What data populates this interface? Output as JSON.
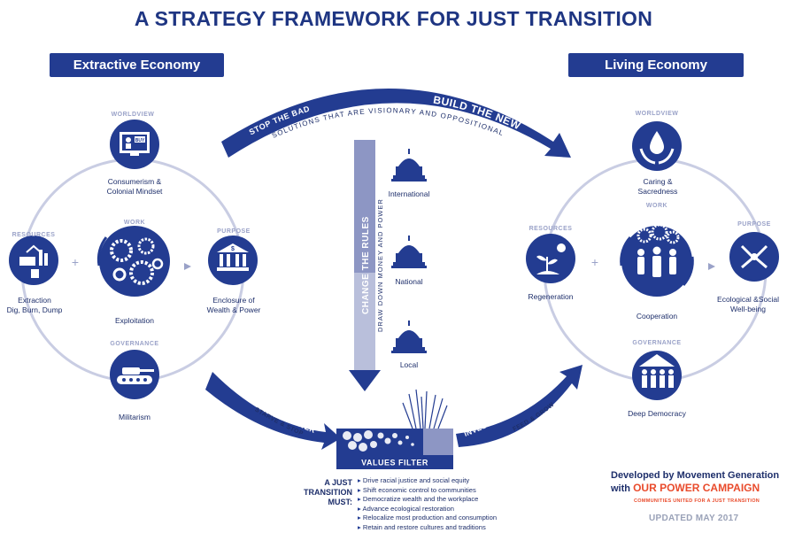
{
  "title": "A STRATEGY FRAMEWORK FOR JUST TRANSITION",
  "extractive": {
    "banner": "Extractive Economy",
    "worldview_tag": "WORLDVIEW",
    "worldview_l1": "Consumerism &",
    "worldview_l2": "Colonial Mindset",
    "buy_text": "BUY",
    "resources_tag": "RESOURCES",
    "resources_l1": "Extraction",
    "resources_l2": "Dig, Burn, Dump",
    "work_tag": "WORK",
    "work_label": "Exploitation",
    "purpose_tag": "PURPOSE",
    "purpose_l1": "Enclosure of",
    "purpose_l2": "Wealth & Power",
    "governance_tag": "GOVERNANCE",
    "governance_label": "Militarism"
  },
  "living": {
    "banner": "Living Economy",
    "worldview_tag": "WORLDVIEW",
    "worldview_l1": "Caring &",
    "worldview_l2": "Sacredness",
    "resources_tag": "RESOURCES",
    "resources_label": "Regeneration",
    "work_tag": "WORK",
    "work_label": "Cooperation",
    "purpose_tag": "PURPOSE",
    "purpose_l1": "Ecological &Social",
    "purpose_l2": "Well-being",
    "governance_tag": "GOVERNANCE",
    "governance_label": "Deep Democracy"
  },
  "arrows": {
    "stop_bad": "STOP THE BAD",
    "build_new": "BUILD THE NEW",
    "solutions": "SOLUTIONS THAT ARE VISIONARY AND OPPOSITIONAL",
    "change_rules": "CHANGE THE RULES",
    "draw_down": "DRAW DOWN MONEY AND POWER",
    "divest": "DIVEST FROM THEIR POWER",
    "starve": "STARVE & STOP",
    "invest": "INVEST IN OUR POWER",
    "feed": "FEED & GROW"
  },
  "levels": {
    "international": "International",
    "national": "National",
    "local": "Local"
  },
  "filter": {
    "label": "VALUES FILTER",
    "must_l1": "A JUST",
    "must_l2": "TRANSITION",
    "must_l3": "MUST:",
    "items": [
      "Drive racial justice and social equity",
      "Shift economic control to communities",
      "Democratize wealth and the workplace",
      "Advance ecological restoration",
      "Relocalize most production and consumption",
      "Retain and restore cultures and traditions"
    ]
  },
  "credit": {
    "line1": "Developed by Movement Generation",
    "with": "with",
    "campaign": "OUR POWER CAMPAIGN",
    "sub": "COMMUNITIES UNITED FOR A JUST TRANSITION",
    "updated": "UPDATED MAY 2017"
  },
  "colors": {
    "primary": "#233c91",
    "dark": "#1e2f6b",
    "ring": "#c9cde3",
    "accent": "#e94b2c"
  }
}
